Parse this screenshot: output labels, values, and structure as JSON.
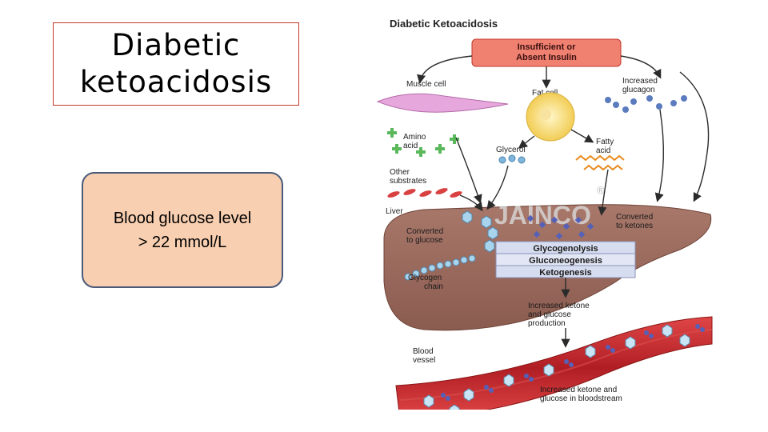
{
  "slide": {
    "title_line1": "Diabetic",
    "title_line2": "ketoacidosis",
    "box_line1": "Blood glucose level",
    "box_line2": "> 22 mmol/L"
  },
  "diagram": {
    "title": "Diabetic Ketoacidosis",
    "top_box_line1": "Insufficient or",
    "top_box_line2": "Absent Insulin",
    "muscle_cell": "Muscle cell",
    "fat_cell": "Fat cell",
    "increased_glucagon_1": "Increased",
    "increased_glucagon_2": "glucagon",
    "amino_acid_1": "Amino",
    "amino_acid_2": "acid",
    "glycerol": "Glycerol",
    "fatty_acid_1": "Fatty",
    "fatty_acid_2": "acid",
    "other_substrates_1": "Other",
    "other_substrates_2": "substrates",
    "liver": "Liver",
    "converted_glucose_1": "Converted",
    "converted_glucose_2": "to glucose",
    "converted_ketones_1": "Converted",
    "converted_ketones_2": "to ketones",
    "glycogenolysis": "Glycogenolysis",
    "gluconeogenesis": "Gluconeogenesis",
    "ketogenesis": "Ketogenesis",
    "glycogen_chain_1": "Glycogen",
    "glycogen_chain_2": "chain",
    "production_1": "Increased ketone",
    "production_2": "and glucose",
    "production_3": "production",
    "blood_vessel_1": "Blood",
    "blood_vessel_2": "vessel",
    "bloodstream_1": "Increased ketone and",
    "bloodstream_2": "glucose in bloodstream",
    "watermark": "JAINCO",
    "registered": "®"
  },
  "colors": {
    "title_border": "#c0392b",
    "box_fill": "#f8cfb0",
    "box_border": "#4a5a7a",
    "insulin_fill": "#f08070",
    "liver_fill": "#9c6a5e",
    "vessel_fill": "#c0282a",
    "glucose_hex": "#a9d4ee",
    "ketone_dot": "#5561b8",
    "process_box": "#d7ddf0"
  }
}
